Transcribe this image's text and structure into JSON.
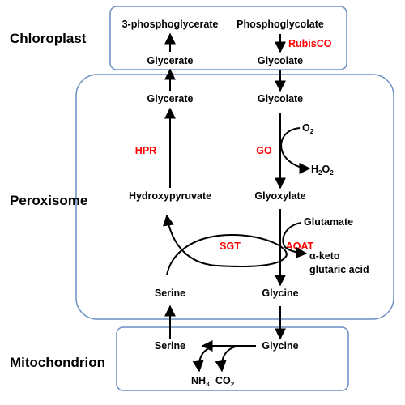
{
  "compartments": {
    "chloroplast": "Chloroplast",
    "peroxisome": "Peroxisome",
    "mitochondrion": "Mitochondrion"
  },
  "metabolites": {
    "phosphoglycerate": "3-phosphoglycerate",
    "phosphoglycolate": "Phosphoglycolate",
    "glycerate_chloroplast": "Glycerate",
    "glycolate_chloroplast": "Glycolate",
    "glycerate_peroxisome": "Glycerate",
    "glycolate_peroxisome": "Glycolate",
    "hydroxypyruvate": "Hydroxypyruvate",
    "glyoxylate": "Glyoxylate",
    "serine_peroxisome": "Serine",
    "glycine_peroxisome": "Glycine",
    "serine_mitochondrion": "Serine",
    "glycine_mitochondrion": "Glycine"
  },
  "enzymes": {
    "rubisco": "RubisCO",
    "hpr": "HPR",
    "go": "GO",
    "sgt": "SGT",
    "aoat": "AOAT"
  },
  "cofactors": {
    "o2": "O",
    "o2_sub": "2",
    "h2o2_h": "H",
    "h2o2_sub1": "2",
    "h2o2_o": "O",
    "h2o2_sub2": "2",
    "glutamate": "Glutamate",
    "alpha_keto": "α-keto",
    "glutaric_acid": "glutaric acid",
    "nh3_nh": "NH",
    "nh3_sub": "3",
    "co2_co": "CO",
    "co2_sub": "2"
  },
  "colors": {
    "enzyme": "#ff0000",
    "compartment_border": "#6b8fc2",
    "arrow": "#000000"
  }
}
